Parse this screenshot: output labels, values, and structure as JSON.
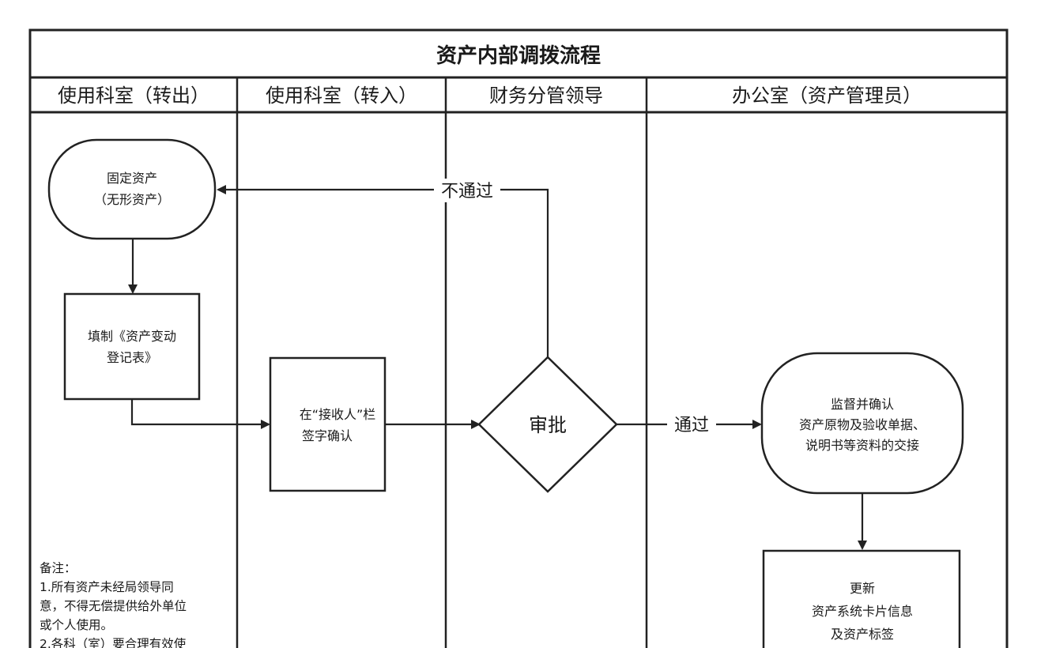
{
  "title": "资产内部调拨流程",
  "lanes": [
    "使用科室（转出）",
    "使用科室（转入）",
    "财务分管领导",
    "办公室（资产管理员）"
  ],
  "nodes": {
    "fixed_asset": [
      "固定资产",
      "（无形资产）"
    ],
    "fill_form": [
      "填制《资产变动",
      "登记表》"
    ],
    "sign_confirm": [
      "在“接收人”栏",
      "签字确认"
    ],
    "approve": "审批",
    "supervise": [
      "监督并确认",
      "资产原物及验收单据、",
      "说明书等资料的交接"
    ],
    "update": [
      "更新",
      "资产系统卡片信息",
      "及资产标签"
    ]
  },
  "edges": {
    "reject": "不通过",
    "pass": "通过"
  },
  "note": [
    "备注：",
    "1.所有资产未经局领导同",
    "意，不得无偿提供给外单位",
    "或个人使用。",
    "2.各科（室）要合理有效使"
  ]
}
